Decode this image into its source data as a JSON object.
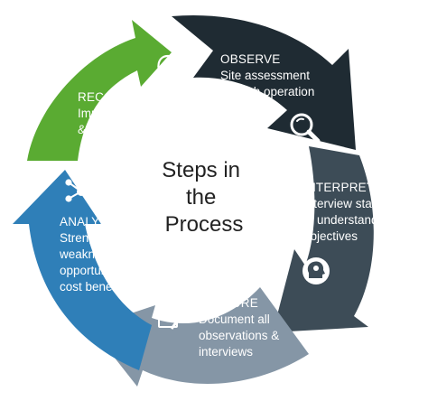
{
  "center": {
    "lines": [
      "Steps in",
      "the",
      "Process"
    ]
  },
  "colors": {
    "observe": "#1f2b33",
    "interpret": "#3d4c57",
    "capture": "#8596a6",
    "analyze": "#2f7fb8",
    "recommend": "#5aab32"
  },
  "segments": [
    {
      "key": "observe",
      "title": "OBSERVE",
      "lines": [
        "Site assessment",
        "of each operation"
      ],
      "icon": "magnifier-icon"
    },
    {
      "key": "interpret",
      "title": "INTERPRET",
      "lines": [
        "Interview staff",
        "to understand",
        "objectives"
      ],
      "icon": "head-gears-icon"
    },
    {
      "key": "capture",
      "title": "CAPTURE",
      "lines": [
        "Document all",
        "observations &",
        "interviews"
      ],
      "icon": "document-pen-icon"
    },
    {
      "key": "analyze",
      "title": "ANALYZE",
      "lines": [
        "Strengths,",
        "weaknesses,",
        "opportunities,",
        "cost benefits"
      ],
      "icon": "network-icon"
    },
    {
      "key": "recommend",
      "title": "RECOMMEND",
      "lines": [
        "Immediate, Short",
        "& Long Term"
      ],
      "icon": "lightbulb-icon"
    }
  ]
}
